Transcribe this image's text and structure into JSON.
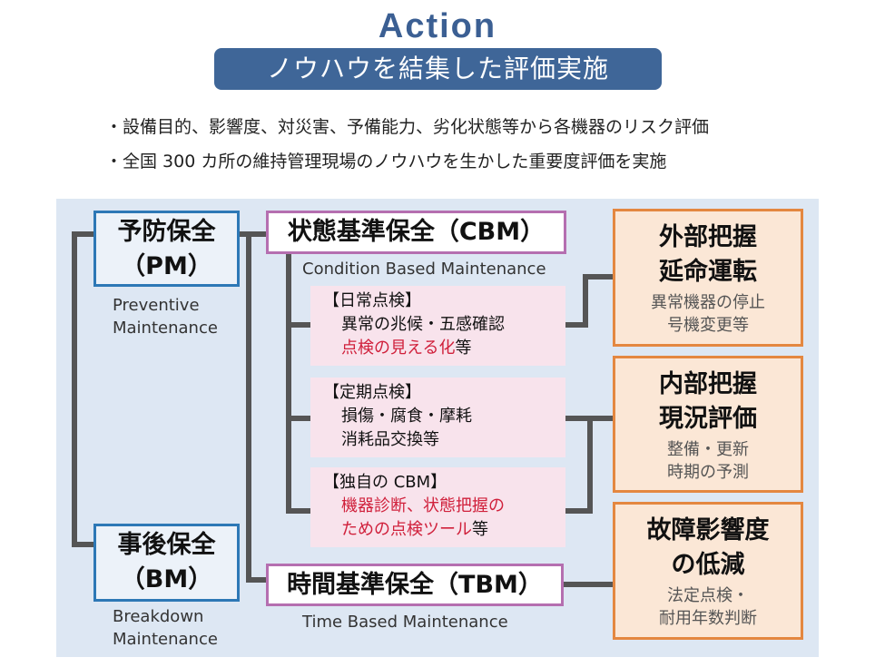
{
  "header": {
    "title": "Action",
    "subtitle": "ノウハウを結集した評価実施"
  },
  "bullets": [
    "・設備目的、影響度、対災害、予備能力、劣化状態等から各機器のリスク評価",
    "・全国 300 カ所の維持管理現場のノウハウを生かした重要度評価を実施"
  ],
  "pm": {
    "line1": "予防保全",
    "line2": "（PM）",
    "en1": "Preventive",
    "en2": "Maintenance"
  },
  "bm": {
    "line1": "事後保全",
    "line2": "（BM）",
    "en1": "Breakdown",
    "en2": "Maintenance"
  },
  "cbm": {
    "label": "状態基準保全（CBM）",
    "en": "Condition Based Maintenance"
  },
  "tbm": {
    "label": "時間基準保全（TBM）",
    "en": "Time Based Maintenance"
  },
  "inspections": [
    {
      "head": "【日常点検】",
      "line1": "異常の兆候・五感確認",
      "line2_red": "点検の見える化",
      "line2_tail": "等"
    },
    {
      "head": "【定期点検】",
      "line1": "損傷・腐食・摩耗",
      "line2": "消耗品交換等"
    },
    {
      "head": "【独自の CBM】",
      "line1_red": "機器診断、状態把握の",
      "line2_red": "ための点検ツール",
      "line2_tail": "等"
    }
  ],
  "outcomes": [
    {
      "title1": "外部把握",
      "title2": "延命運転",
      "sub1": "異常機器の停止",
      "sub2": "号機変更等"
    },
    {
      "title1": "内部把握",
      "title2": "現況評価",
      "sub1": "整備・更新",
      "sub2": "時期の予測"
    },
    {
      "title1": "故障影響度",
      "title2": "の低減",
      "sub1": "法定点検・",
      "sub2": "耐用年数判断"
    }
  ],
  "colors": {
    "accent": "#3f6698",
    "pm_border": "#2d78b6",
    "cbm_border": "#b56fb0",
    "outcome_border": "#e48740",
    "highlight_red": "#d0203b",
    "panel_bg": "#dde7f3"
  }
}
